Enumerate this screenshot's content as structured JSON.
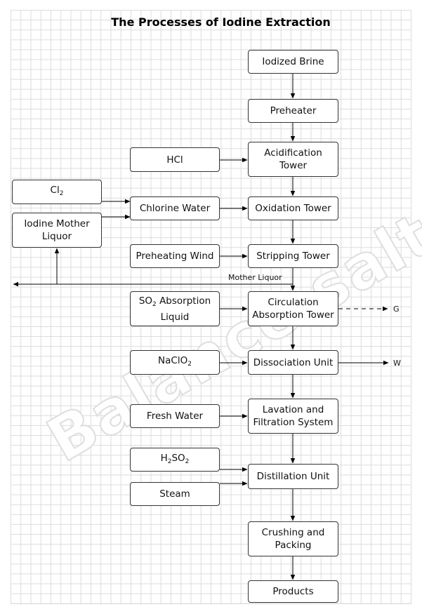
{
  "title": "The Processes of Iodine Extraction",
  "watermark": "Balance salt",
  "colors": {
    "line": "#000000",
    "box_border": "#333333",
    "grid": "#dcdcdc"
  },
  "nodes": {
    "iodized_brine": "Iodized Brine",
    "preheater": "Preheater",
    "acidification_tower": "Acidification Tower",
    "oxidation_tower": "Oxidation Tower",
    "stripping_tower": "Stripping Tower",
    "circulation_absorption_tower": "Circulation Absorption Tower",
    "dissociation_unit": "Dissociation Unit",
    "lavation_filtration": "Lavation and Filtration System",
    "distillation_unit": "Distillation Unit",
    "crushing_packing": "Crushing and Packing",
    "products": "Products",
    "hcl": "HCl",
    "cl2_base": "Cl",
    "cl2_sub": "2",
    "chlorine_water": "Chlorine Water",
    "iodine_mother_liquor": "Iodine Mother Liquor",
    "preheating_wind": "Preheating Wind",
    "so2_abs_pre": "SO",
    "so2_abs_sub": "2",
    "so2_abs_post": " Absorption Liquid",
    "naclo2_base": "NaClO",
    "naclo2_sub": "2",
    "fresh_water": "Fresh Water",
    "h2so2_a": "H",
    "h2so2_sub1": "2",
    "h2so2_b": "SO",
    "h2so2_sub2": "2",
    "steam": "Steam"
  },
  "labels": {
    "mother_liquor": "Mother Liquor",
    "g": "G",
    "w": "W"
  }
}
